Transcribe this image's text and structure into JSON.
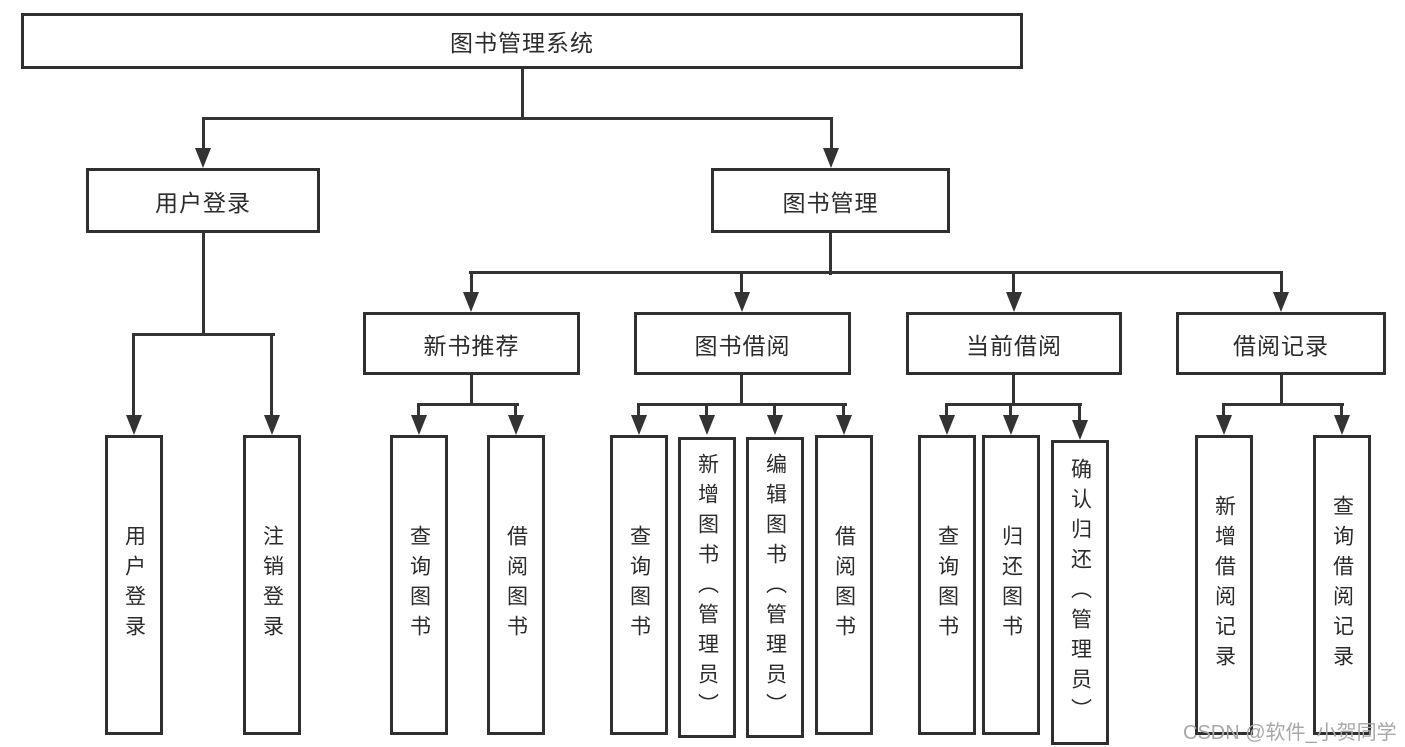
{
  "diagram": {
    "root": "图书管理系统",
    "nodes": {
      "user_login": "用户登录",
      "book_management": "图书管理",
      "new_book_recommend": "新书推荐",
      "book_borrowing": "图书借阅",
      "current_borrowing": "当前借阅",
      "borrowing_records": "借阅记录"
    },
    "leaves": {
      "user_login": [
        "用户登录",
        "注销登录"
      ],
      "new_book_recommend": [
        "查询图书",
        "借阅图书"
      ],
      "book_borrowing": [
        "查询图书",
        "新增图书（管理员）",
        "编辑图书（管理员）",
        "借阅图书"
      ],
      "current_borrowing": [
        "查询图书",
        "归还图书",
        "确认归还（管理员）"
      ],
      "borrowing_records": [
        "新增借阅记录",
        "查询借阅记录"
      ]
    }
  },
  "watermark": "CSDN @软件_小贺同学",
  "colors": {
    "line": "#333333",
    "border": "#2f2f2f",
    "text": "#2b2b2b",
    "watermark": "#a8a8a8",
    "background": "#ffffff"
  }
}
